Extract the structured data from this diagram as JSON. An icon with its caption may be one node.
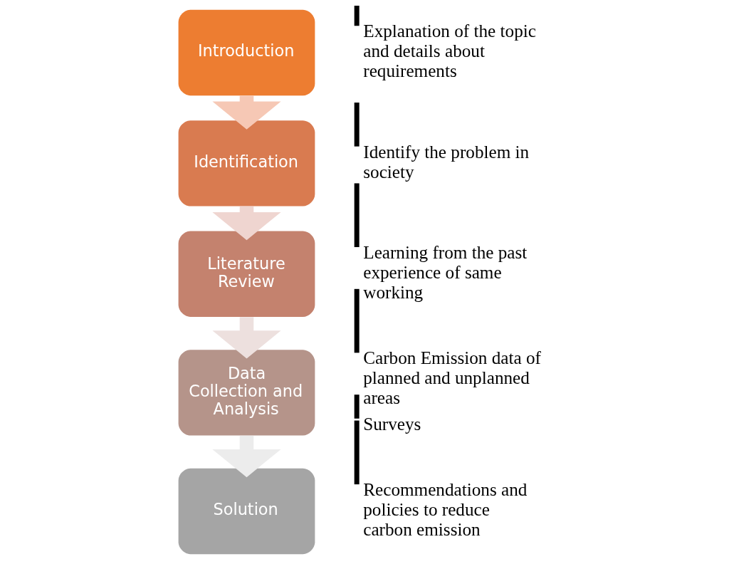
{
  "diagram": {
    "nodes": [
      {
        "text": [
          "Introduction"
        ],
        "beside": [
          "Explanation of the topic and details about requirements"
        ]
      },
      {
        "text": [
          "Identification"
        ],
        "beside": [
          "Identify the problem in society"
        ]
      },
      {
        "text": [
          "Literature Review"
        ],
        "beside": [
          "Learning from the past experience of same working"
        ]
      },
      {
        "text": [
          "Data Collection and Analysis"
        ],
        "beside": [
          "Carbon Emission data of planned and unplanned areas",
          "Surveys"
        ]
      },
      {
        "text": [
          "Solution"
        ],
        "beside": [
          "Recommendations and policies to reduce carbon emission"
        ]
      }
    ],
    "edges": [
      {
        "from": 0,
        "to": 1,
        "arrow": "to",
        "color": "#f6c8b5"
      },
      {
        "from": 1,
        "to": 2,
        "arrow": "to",
        "color": "#efd5d0"
      },
      {
        "from": 2,
        "to": 3,
        "arrow": "to",
        "color": "#ede0de"
      },
      {
        "from": 3,
        "to": 4,
        "arrow": "to",
        "color": "#ececec"
      }
    ]
  }
}
